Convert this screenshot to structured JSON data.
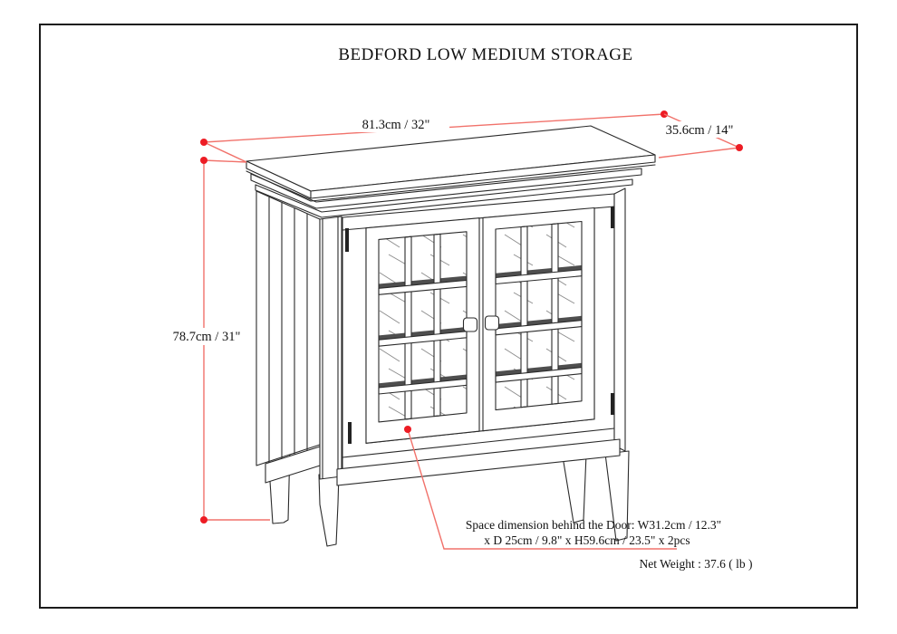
{
  "page": {
    "background": "#ffffff",
    "border_color": "#1c1c1c"
  },
  "diagram": {
    "title": "BEDFORD LOW MEDIUM STORAGE",
    "drawing": "cabinet-perspective-line-drawing",
    "colors": {
      "line": "#2b2b2b",
      "dimension_dot": "#ed1c24",
      "dimension_line": "#f1726b"
    },
    "dimensions": {
      "width_label": "81.3cm / 32\"",
      "depth_label": "35.6cm / 14\"",
      "height_label": "78.7cm / 31\""
    },
    "notes": {
      "door_space_line1": "Space dimension behind the Door: W31.2cm / 12.3\"",
      "door_space_line2": "x D 25cm / 9.8\" x H59.6cm / 23.5\" x 2pcs",
      "net_weight": "Net Weight : 37.6 ( lb )"
    }
  }
}
